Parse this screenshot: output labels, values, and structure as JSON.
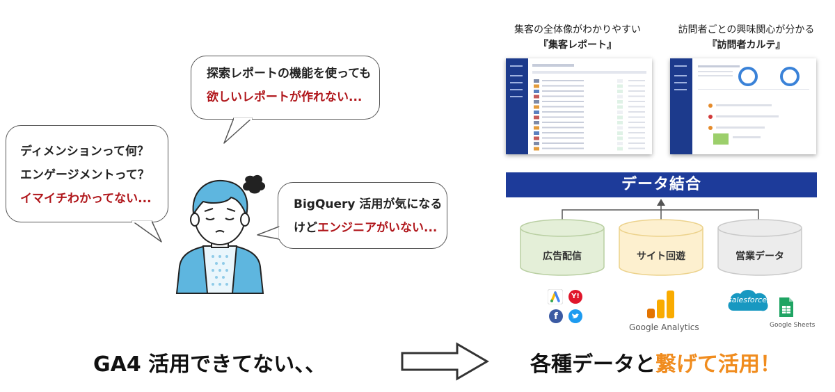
{
  "bubbles": {
    "top": {
      "line1": "探索レポートの機能を使っても",
      "line2": "欲しいレポートが作れない..."
    },
    "left": {
      "line1": "ディメンションって何？",
      "line2": "エンゲージメントって？",
      "line3": "イマイチわかってない..."
    },
    "right": {
      "line1": "BigQuery 活用が気になる",
      "line2_prefix": "けど",
      "line2_highlight": "エンジニアがいない..."
    }
  },
  "captions": {
    "report": {
      "line1": "集客の全体像がわかりやすい",
      "line2": "『集客レポート』"
    },
    "karte": {
      "line1": "訪問者ごとの興味関心が分かる",
      "line2": "『訪問者カルテ』"
    }
  },
  "banner": {
    "label": "データ結合"
  },
  "sources": {
    "ads": {
      "label": "広告配信",
      "fill": "#e4efd8",
      "stroke": "#b9cfa2"
    },
    "site": {
      "label": "サイト回遊",
      "fill": "#fdf0cf",
      "stroke": "#ecd28c"
    },
    "sales": {
      "label": "営業データ",
      "fill": "#ececec",
      "stroke": "#c9c9c9"
    }
  },
  "logos": {
    "ga": "Google Analytics",
    "salesforce": "salesforce",
    "sheets": "Google Sheets",
    "yahoo": "Y!",
    "facebook": "f"
  },
  "bottom": {
    "left": "GA4 活用できてない、、",
    "right_prefix": "各種データと",
    "right_highlight": "繋げて活用！"
  },
  "colors": {
    "navy": "#1d3b9a",
    "red": "#b0161b",
    "orange": "#f08c1e",
    "person_blue": "#5eb6df"
  }
}
